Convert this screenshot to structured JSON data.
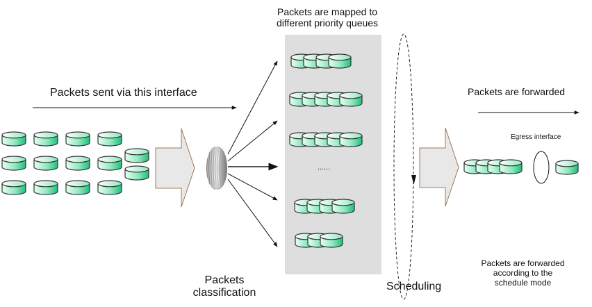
{
  "labels": {
    "packets_sent": "Packets sent via this interface",
    "mapped_line1": "Packets are mapped to",
    "mapped_line2": "different priority queues",
    "classification_line1": "Packets",
    "classification_line2": "classification",
    "scheduling": "Scheduling",
    "forwarded": "Packets are forwarded",
    "egress_interface": "Egress interface",
    "forwarded_mode_line1": "Packets are forwarded",
    "forwarded_mode_line2": "according to the",
    "forwarded_mode_line3": "schedule mode",
    "ellipsis": "......"
  },
  "colors": {
    "packet_light": "#e6fff2",
    "packet_mid": "#8fe8bf",
    "packet_dark": "#1fbf78",
    "packet_stroke": "#333333",
    "queue_panel": "#dedede",
    "block_arrow_fill": "#e8e8e8",
    "block_arrow_stroke": "#a07850",
    "classifier_dark": "#777777",
    "classifier_light": "#d0d0d0"
  },
  "input_packets": {
    "rows": 3,
    "cols": 4,
    "extra": 2
  },
  "queues": [
    {
      "name": "queue-1",
      "packets": 4
    },
    {
      "name": "queue-2",
      "packets": 5
    },
    {
      "name": "queue-3",
      "packets": 5
    },
    {
      "name": "queue-4",
      "packets": 4
    },
    {
      "name": "queue-5",
      "packets": 3
    }
  ],
  "output_packets": {
    "queued": 4,
    "sent": 1
  }
}
